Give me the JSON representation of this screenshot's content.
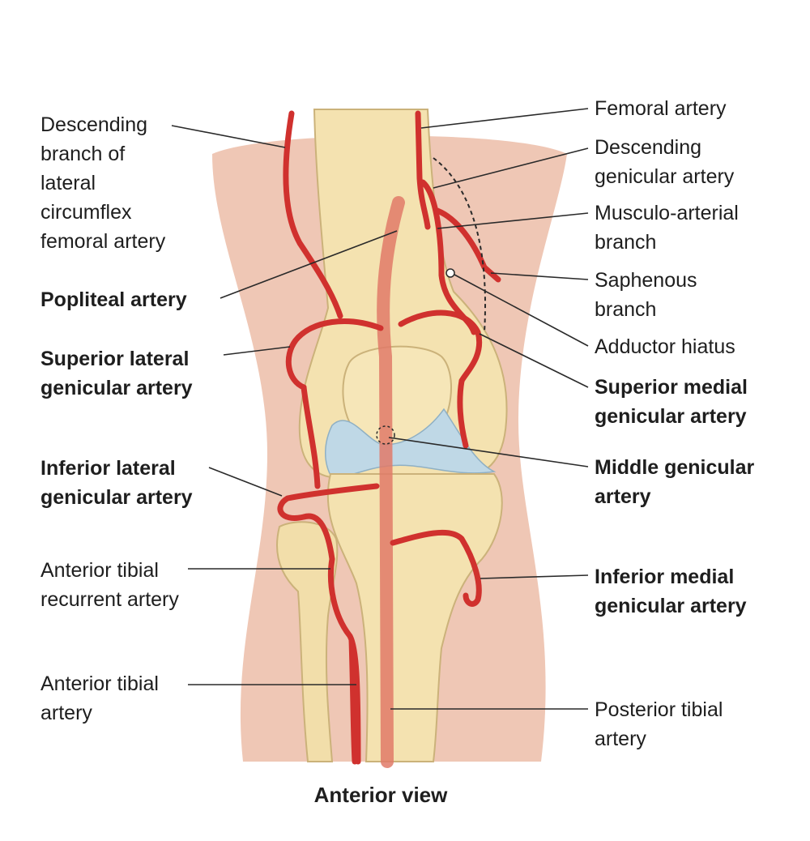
{
  "labels_left": {
    "descending_branch": [
      "Descending",
      "branch of",
      "lateral",
      "circumflex",
      "femoral artery"
    ],
    "popliteal": "Popliteal artery",
    "superior_lateral": [
      "Superior lateral",
      "genicular artery"
    ],
    "inferior_lateral": [
      "Inferior lateral",
      "genicular artery"
    ],
    "anterior_tibial_recurrent": [
      "Anterior tibial",
      "recurrent artery"
    ],
    "anterior_tibial": [
      "Anterior tibial",
      "artery"
    ]
  },
  "labels_right": {
    "femoral": "Femoral artery",
    "descending_genicular": [
      "Descending",
      "genicular artery"
    ],
    "musculo_arterial": [
      "Musculo-arterial",
      "branch"
    ],
    "saphenous": [
      "Saphenous",
      "branch"
    ],
    "adductor_hiatus": "Adductor hiatus",
    "superior_medial": [
      "Superior medial",
      "genicular artery"
    ],
    "middle_genicular": [
      "Middle genicular",
      "artery"
    ],
    "inferior_medial": [
      "Inferior medial",
      "genicular artery"
    ],
    "posterior_tibial": [
      "Posterior tibial",
      "artery"
    ]
  },
  "caption": "Anterior view",
  "colors": {
    "skin": "#efc7b5",
    "bone": "#f4e2b0",
    "bone_shadow": "#dcc48a",
    "artery": "#d0312e",
    "artery_dark": "#a5221f",
    "popliteal": "#e07a68",
    "meniscus": "#bfd8e6",
    "leader": "#2a2a2a"
  }
}
